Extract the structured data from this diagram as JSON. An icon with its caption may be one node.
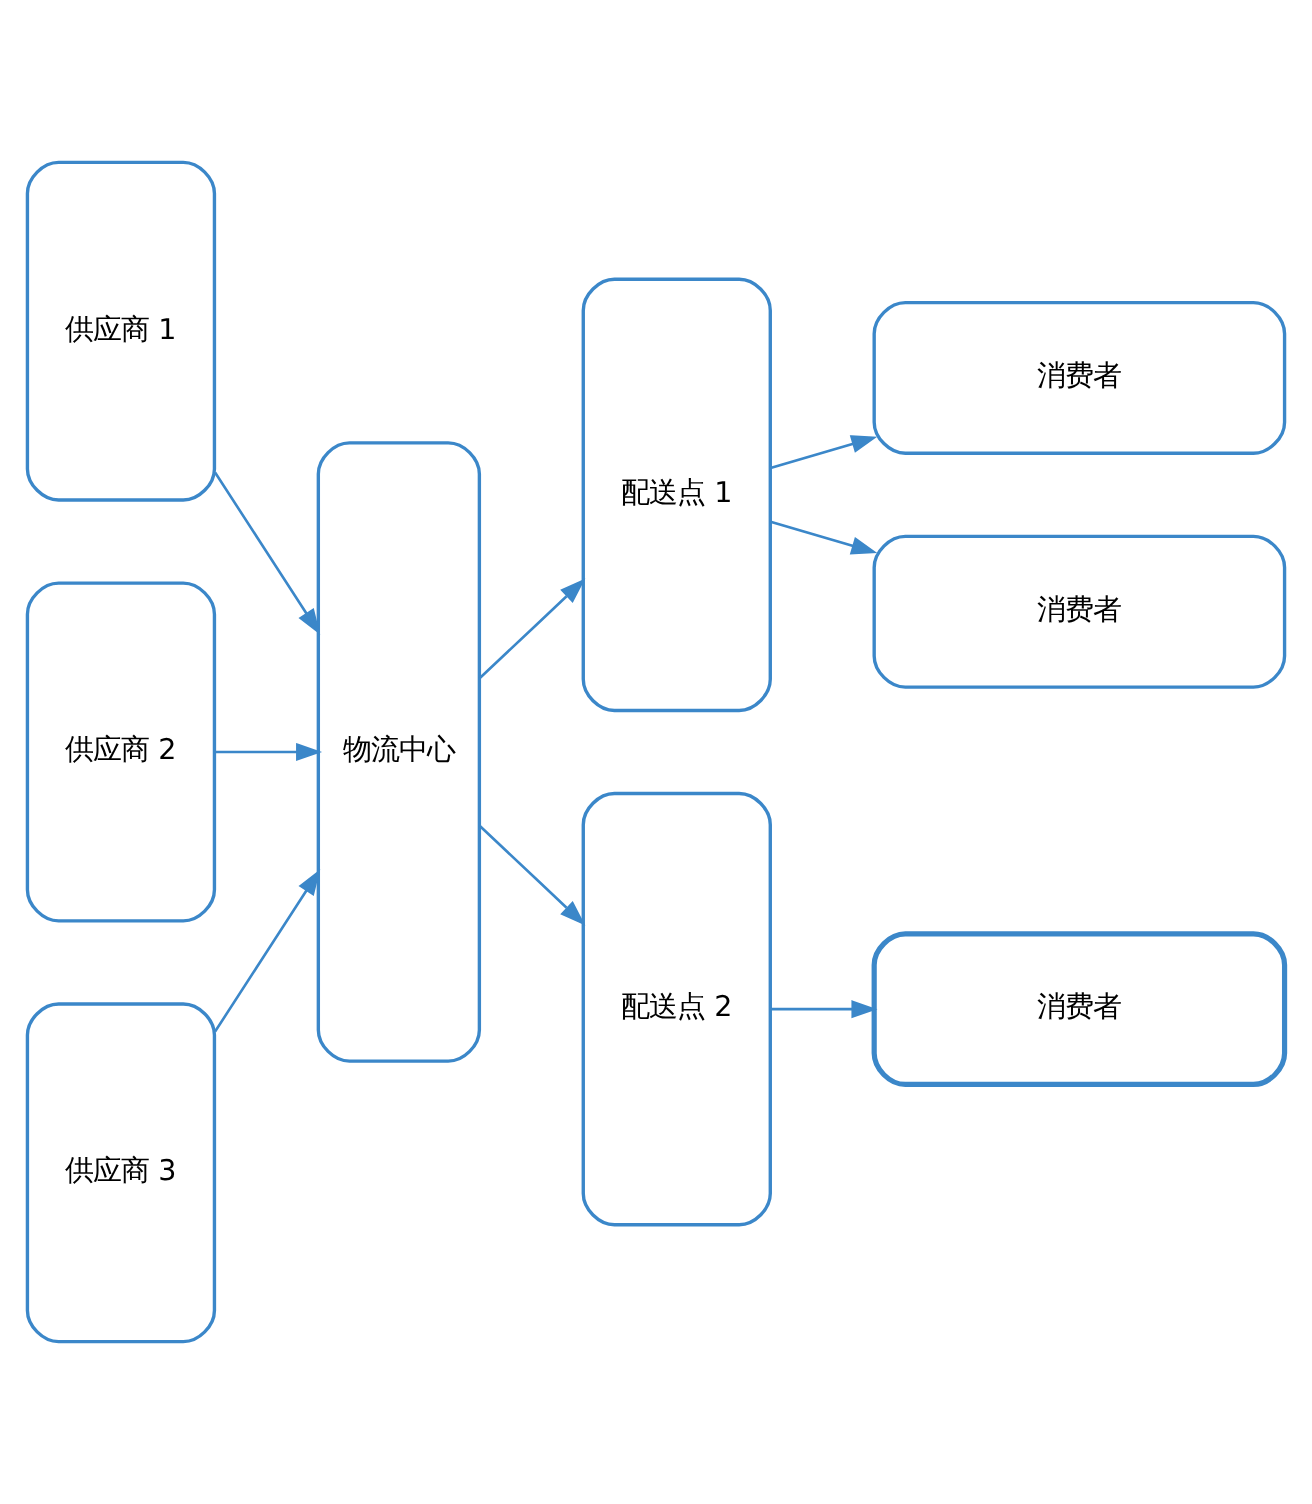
{
  "diagram": {
    "nodes": [
      {
        "text": [
          "供应商 1"
        ]
      },
      {
        "text": [
          "供应商 2"
        ]
      },
      {
        "text": [
          "供应商 3"
        ]
      },
      {
        "text": [
          "物流中心"
        ]
      },
      {
        "text": [
          "配送点 1"
        ]
      },
      {
        "text": [
          "配送点 2"
        ]
      },
      {
        "text": [
          "消费者"
        ]
      },
      {
        "text": [
          "消费者"
        ]
      },
      {
        "text": [
          "消费者"
        ]
      }
    ],
    "edges": [
      {
        "from": 0,
        "to": 3,
        "arrow": "to"
      },
      {
        "from": 1,
        "to": 3,
        "arrow": "to"
      },
      {
        "from": 2,
        "to": 3,
        "arrow": "to"
      },
      {
        "from": 3,
        "to": 4,
        "arrow": "to"
      },
      {
        "from": 3,
        "to": 5,
        "arrow": "to"
      },
      {
        "from": 4,
        "to": 6,
        "arrow": "to"
      },
      {
        "from": 4,
        "to": 7,
        "arrow": "to"
      },
      {
        "from": 5,
        "to": 8,
        "arrow": "to"
      }
    ]
  }
}
